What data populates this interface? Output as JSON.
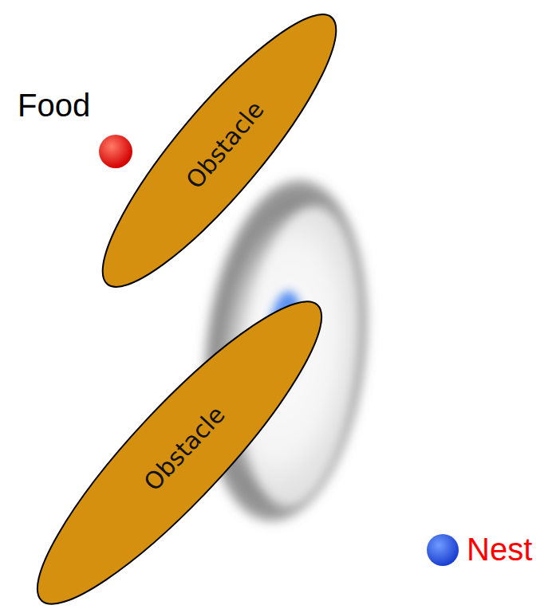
{
  "diagram": {
    "nodes": [
      {
        "text": [
          "Food"
        ]
      },
      {
        "text": [
          "Obstacle"
        ]
      },
      {
        "text": [
          "Obstacle"
        ]
      },
      {
        "text": [
          "Nest"
        ]
      }
    ]
  }
}
